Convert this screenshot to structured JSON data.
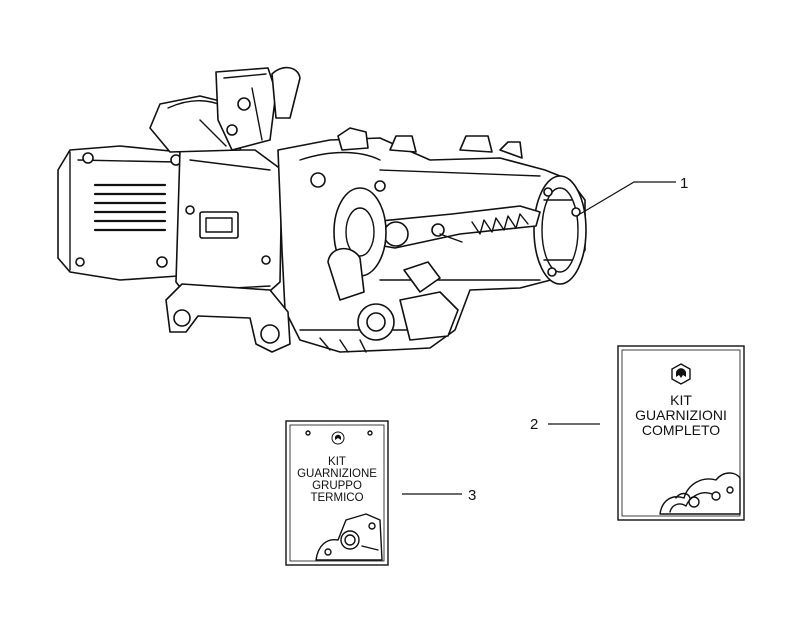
{
  "parts": [
    {
      "number": "1",
      "label_lines": []
    },
    {
      "number": "2",
      "label_lines": [
        "KIT",
        "GUARNIZIONI",
        "COMPLETO"
      ]
    },
    {
      "number": "3",
      "label_lines": [
        "KIT",
        "GUARNIZIONE",
        "GRUPPO",
        "TERMICO"
      ]
    }
  ],
  "icons": {
    "engine": "engine-assembly-icon",
    "logo": "piaggio-logo-icon",
    "gasket": "gasket-drawing-icon"
  },
  "colors": {
    "ink": "#111111",
    "paper": "#ffffff"
  }
}
